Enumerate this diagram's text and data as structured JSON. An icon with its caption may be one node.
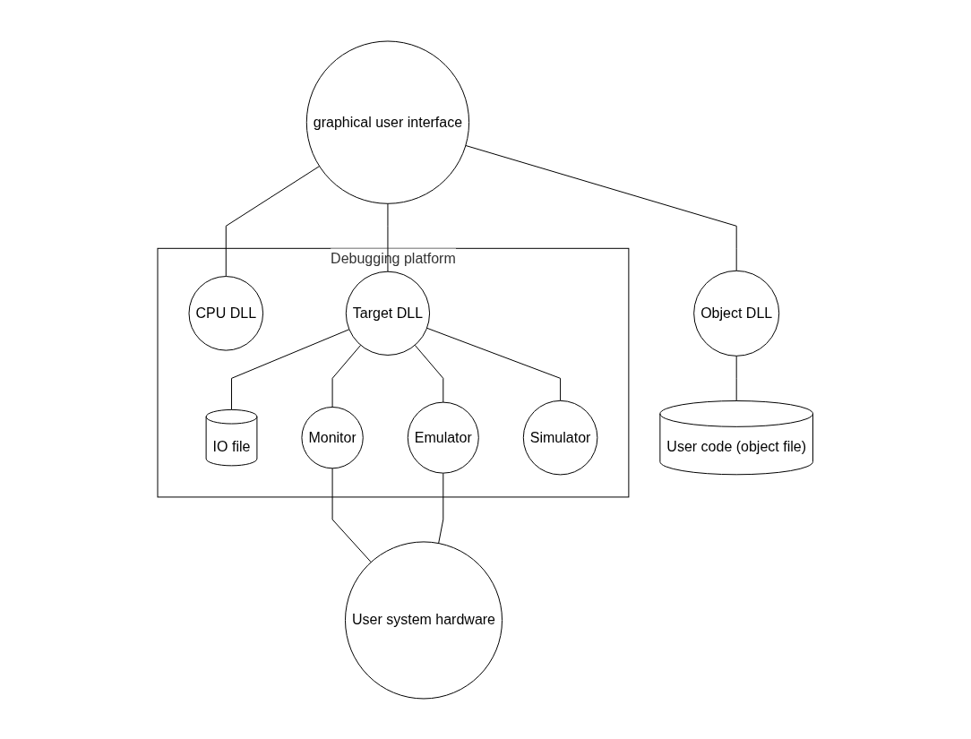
{
  "diagram": {
    "nodes": [
      {
        "text": [
          "graphical user interface"
        ]
      },
      {
        "text": [
          "Object DLL"
        ]
      },
      {
        "text": [
          "Debugging platform"
        ]
      },
      {
        "text": [
          "CPU DLL"
        ],
        "in": 2
      },
      {
        "text": [
          "Target DLL"
        ],
        "in": 2
      },
      {
        "text": [
          "IO file"
        ],
        "in": 2
      },
      {
        "text": [
          "Monitor"
        ],
        "in": 2
      },
      {
        "text": [
          "Emulator"
        ],
        "in": 2
      },
      {
        "text": [
          "Simulator"
        ],
        "in": 2
      },
      {
        "text": [
          "User system hardware"
        ]
      },
      {
        "text": [
          "User code (object file)"
        ]
      }
    ],
    "edges": [
      {
        "from": 0,
        "to": 1,
        "arrow": "none"
      },
      {
        "from": 0,
        "to": 3,
        "arrow": "none"
      },
      {
        "from": 0,
        "to": 4,
        "arrow": "none"
      },
      {
        "from": 4,
        "to": 5,
        "arrow": "none"
      },
      {
        "from": 4,
        "to": 6,
        "arrow": "none"
      },
      {
        "from": 4,
        "to": 7,
        "arrow": "none"
      },
      {
        "from": 4,
        "to": 8,
        "arrow": "none"
      },
      {
        "from": 6,
        "to": 9,
        "arrow": "none"
      },
      {
        "from": 7,
        "to": 9,
        "arrow": "none"
      },
      {
        "from": 1,
        "to": 10,
        "arrow": "none"
      }
    ]
  }
}
